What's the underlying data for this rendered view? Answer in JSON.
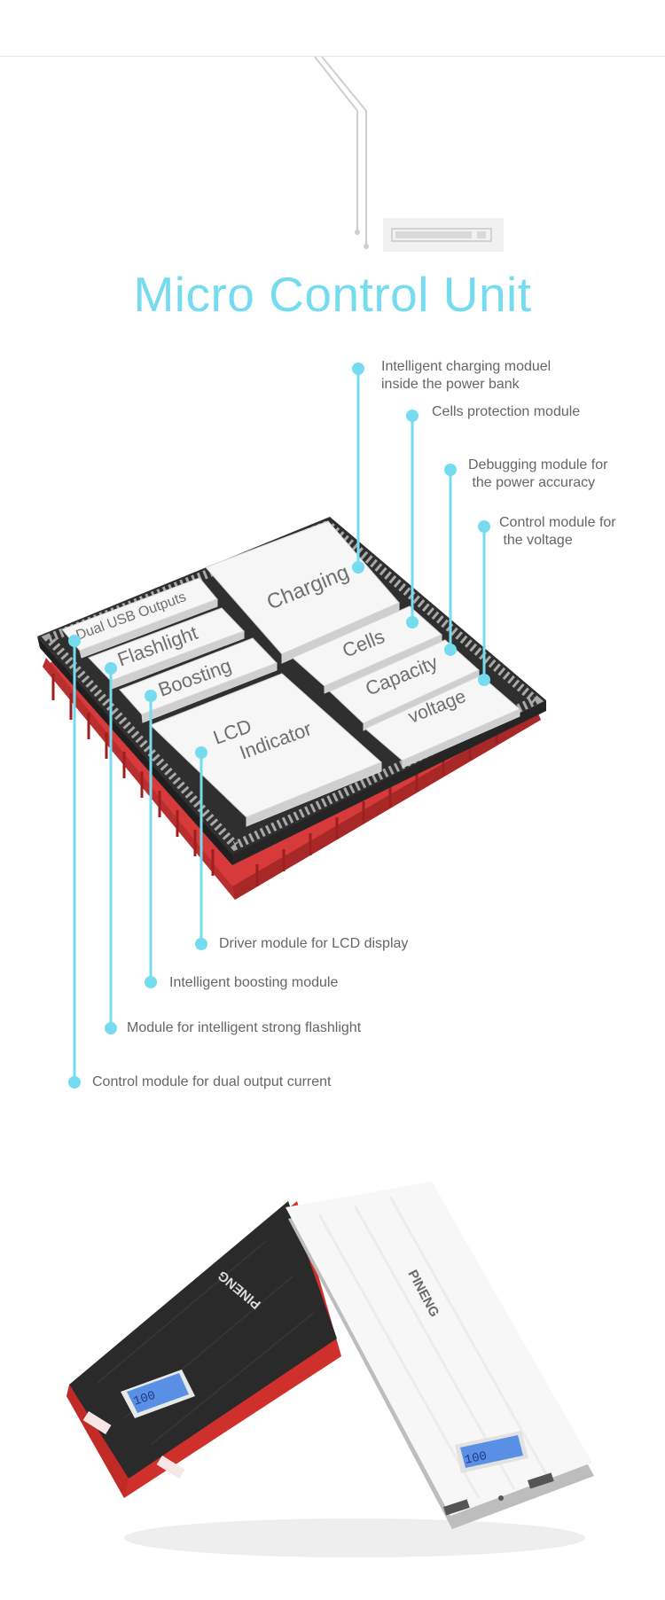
{
  "page": {
    "title": "Micro Control Unit",
    "accent_color": "#74dcee"
  },
  "chip": {
    "modules": [
      "Charging",
      "Cells",
      "Capacity",
      "voltage",
      "Dual USB Outputs",
      "Flashlight",
      "Boosting",
      "LCD Indicator"
    ]
  },
  "callouts": {
    "charging": [
      "Intelligent charging moduel",
      "inside the power bank"
    ],
    "cells": [
      "Cells protection module"
    ],
    "capacity": [
      "Debugging module for",
      " the power accuracy"
    ],
    "voltage": [
      "Control module for",
      " the voltage"
    ],
    "lcd": [
      "Driver module for LCD display"
    ],
    "boosting": [
      "Intelligent boosting module"
    ],
    "flashlight": [
      "Module for intelligent strong flashlight"
    ],
    "usb": [
      "Control module for dual output current"
    ]
  },
  "products": {
    "brand": "PINENG",
    "display_reading": "100"
  }
}
